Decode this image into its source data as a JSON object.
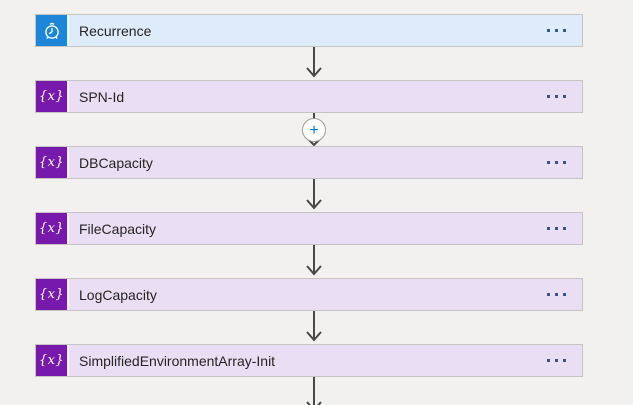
{
  "colors": {
    "canvas_bg": "#f2f1f0",
    "trigger_icon_bg": "#1e86d8",
    "trigger_card_bg": "#deebfa",
    "action_icon_bg": "#7719aa",
    "action_card_bg": "#eadef5",
    "card_border": "#c6c4c2",
    "arrow": "#4a4846",
    "ellipsis": "#2b5797",
    "plus": "#0078d4",
    "label_text": "#252423"
  },
  "flow": {
    "nodes": [
      {
        "label": "Recurrence",
        "type": "trigger",
        "icon": "recurrence-clock-icon"
      },
      {
        "label": "SPN-Id",
        "type": "action",
        "icon": "variable-icon",
        "icon_glyph": "{x}"
      },
      {
        "label": "DBCapacity",
        "type": "action",
        "icon": "variable-icon",
        "icon_glyph": "{x}"
      },
      {
        "label": "FileCapacity",
        "type": "action",
        "icon": "variable-icon",
        "icon_glyph": "{x}"
      },
      {
        "label": "LogCapacity",
        "type": "action",
        "icon": "variable-icon",
        "icon_glyph": "{x}"
      },
      {
        "label": "SimplifiedEnvironmentArray-Init",
        "type": "action",
        "icon": "variable-icon",
        "icon_glyph": "{x}"
      }
    ],
    "insert_step": {
      "plus_label": "+",
      "position": "between SPN-Id and DBCapacity"
    }
  }
}
